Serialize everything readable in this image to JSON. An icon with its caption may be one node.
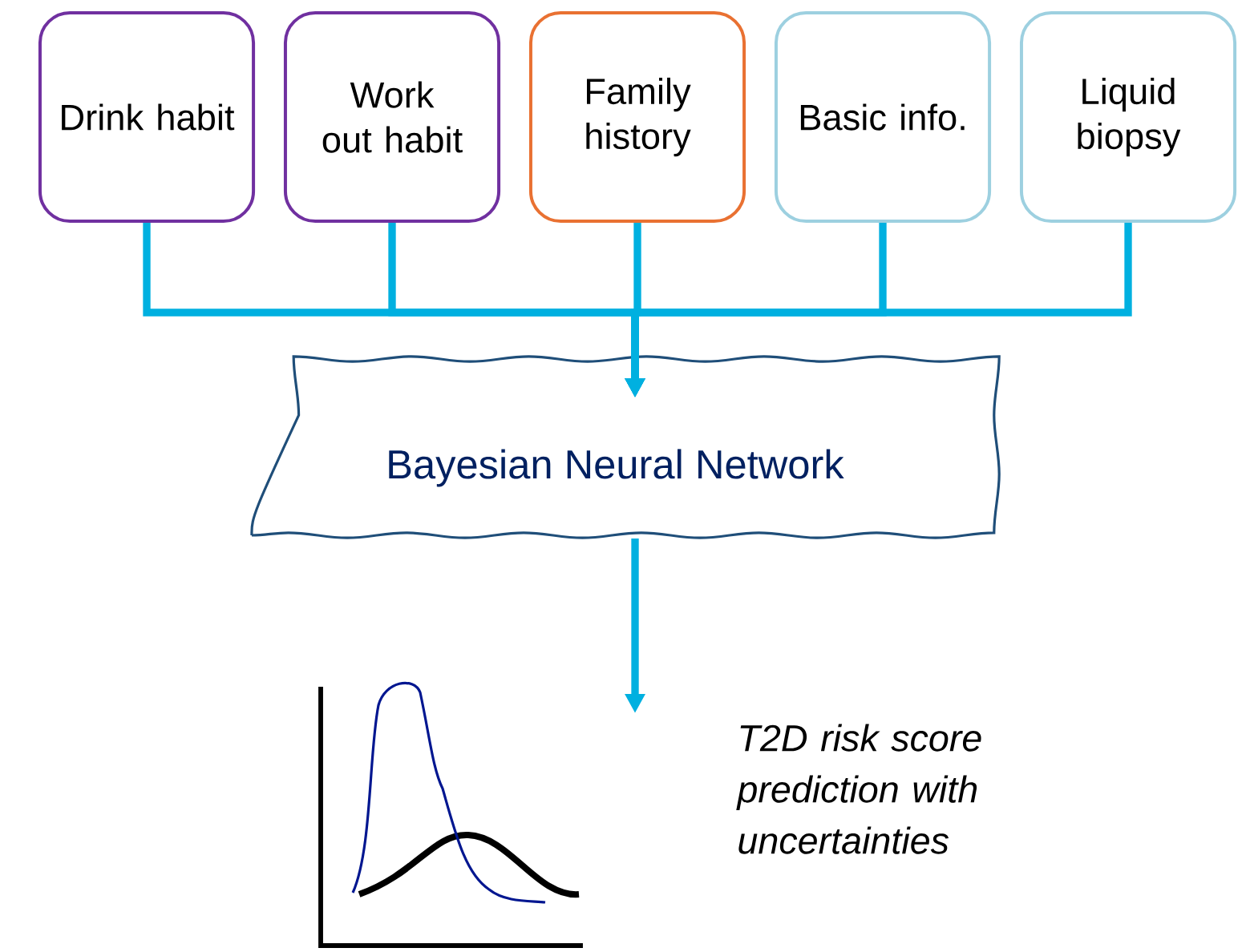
{
  "diagram": {
    "nodes": [
      {
        "text": [
          "Drink habit"
        ]
      },
      {
        "text": [
          "Work out habit"
        ]
      },
      {
        "text": [
          "Family history"
        ]
      },
      {
        "text": [
          "Basic info."
        ]
      },
      {
        "text": [
          "Liquid biopsy"
        ]
      },
      {
        "text": [
          "Bayesian Neural Network"
        ]
      }
    ],
    "edges": [
      {
        "from": 0,
        "to": 5,
        "arrow": "to"
      },
      {
        "from": 1,
        "to": 5,
        "arrow": "to"
      },
      {
        "from": 2,
        "to": 5,
        "arrow": "to"
      },
      {
        "from": 3,
        "to": 5,
        "arrow": "to"
      },
      {
        "from": 4,
        "to": 5,
        "arrow": "to"
      },
      {
        "from": 5,
        "to": null,
        "arrow": "to"
      }
    ],
    "labels": [
      "T2D risk score prediction with uncertainties"
    ]
  }
}
